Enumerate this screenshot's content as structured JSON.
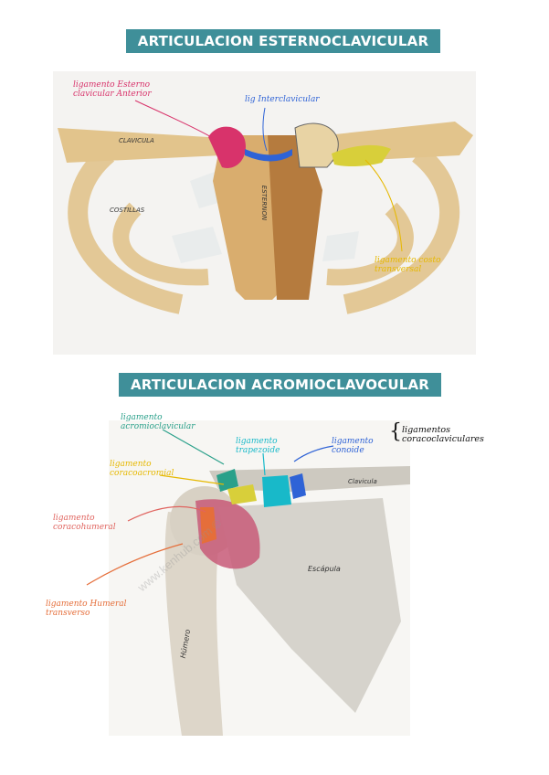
{
  "section1": {
    "title": "ARTICULACION ESTERNOCLAVICULAR",
    "labels": {
      "lig_anterior": "ligamento Esterno clavicular Anterior",
      "lig_interclavicular": "lig Interclavicular",
      "lig_costoclavicular": "ligamento costo transversal",
      "clavicula": "CLAVICULA",
      "costillas": "COSTILLAS",
      "esternon": "ESTERNON"
    },
    "colors": {
      "pink": "#d8336b",
      "blue": "#2f63d6",
      "yellow": "#e6b800"
    }
  },
  "section2": {
    "title": "ARTICULACION ACROMIOCLAVOCULAR",
    "labels": {
      "lig_acromioclavicular": "ligamento acromioclavicular",
      "lig_trapezoide": "ligamento trapezoide",
      "lig_conoide": "ligamento conoide",
      "lig_coracoacromial": "ligamento coracoacromial",
      "lig_coracohumeral": "ligamento coracohumeral",
      "lig_humeral": "ligamento Humeral transverso",
      "brace_label": "ligamentos coracoclaviculares",
      "clavicula": "Clavicula",
      "escapula": "Escápula",
      "humero": "Húmero"
    },
    "colors": {
      "green": "#2aa08a",
      "cyan": "#18b9c9",
      "blue": "#2f63d6",
      "yellow": "#e6b800",
      "red": "#e0645f",
      "orange": "#e56e3a"
    },
    "watermark": "www.kenhub.com ©"
  }
}
